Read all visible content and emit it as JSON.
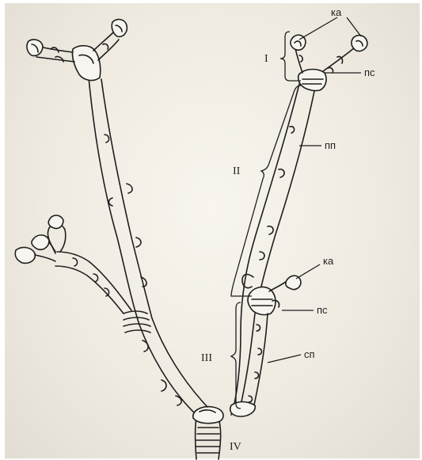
{
  "labels": {
    "ka_top": "ка",
    "ps_top": "пс",
    "pp": "пп",
    "ka_mid": "ка",
    "ps_mid": "пс",
    "sp": "сп"
  },
  "segments": {
    "I": "I",
    "II": "II",
    "III": "III",
    "IV": "IV"
  },
  "colors": {
    "background": "#efebe1",
    "ink": "#222222"
  }
}
